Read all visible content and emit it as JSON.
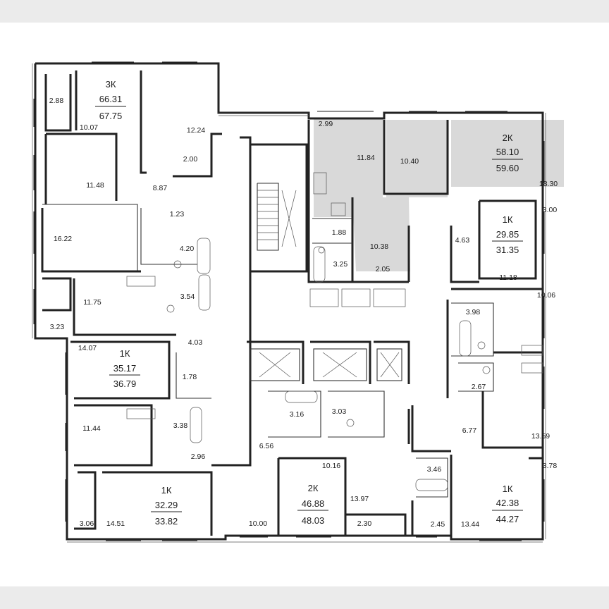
{
  "colors": {
    "background": "#ebebeb",
    "sheet": "#ffffff",
    "walls": "#222222",
    "highlight": "#d9d9d9"
  },
  "apartments": [
    {
      "id": "apt-3k",
      "type": "3К",
      "living_area": "66.31",
      "total_area": "67.75",
      "highlighted": false
    },
    {
      "id": "apt-2k-top",
      "type": "2К",
      "living_area": "58.10",
      "total_area": "59.60",
      "highlighted": true
    },
    {
      "id": "apt-1k-a",
      "type": "1К",
      "living_area": "29.85",
      "total_area": "31.35",
      "highlighted": false
    },
    {
      "id": "apt-1k-b",
      "type": "1К",
      "living_area": "35.17",
      "total_area": "36.79",
      "highlighted": false
    },
    {
      "id": "apt-1k-c",
      "type": "1К",
      "living_area": "32.29",
      "total_area": "33.82",
      "highlighted": false
    },
    {
      "id": "apt-2k-bottom",
      "type": "2К",
      "living_area": "46.88",
      "total_area": "48.03",
      "highlighted": false
    },
    {
      "id": "apt-1k-d",
      "type": "1К",
      "living_area": "42.38",
      "total_area": "44.27",
      "highlighted": false
    }
  ],
  "rooms": [
    "2.88",
    "10.07",
    "12.24",
    "2.00",
    "11.48",
    "8.87",
    "1.23",
    "16.22",
    "4.20",
    "11.75",
    "3.54",
    "3.23",
    "4.03",
    "14.07",
    "1.78",
    "11.44",
    "3.38",
    "2.96",
    "3.06",
    "14.51",
    "10.00",
    "6.56",
    "3.16",
    "3.03",
    "10.16",
    "13.97",
    "2.30",
    "2.99",
    "11.84",
    "10.40",
    "18.30",
    "1.88",
    "10.38",
    "3.25",
    "2.05",
    "3.00",
    "4.63",
    "11.18",
    "10.06",
    "3.98",
    "2.67",
    "6.77",
    "13.59",
    "3.46",
    "3.78",
    "2.45",
    "13.44"
  ]
}
